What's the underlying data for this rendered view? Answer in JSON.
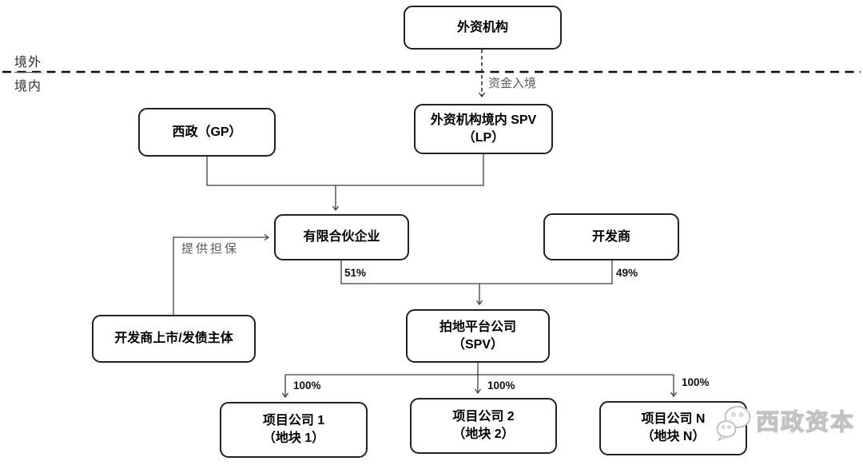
{
  "diagram": {
    "region_labels": {
      "offshore": "境外",
      "onshore": "境内"
    },
    "nodes": {
      "foreign_institution": {
        "label": "外资机构"
      },
      "xizheng_gp": {
        "label": "西政（GP）"
      },
      "foreign_spv_lp": {
        "line1": "外资机构境内 SPV",
        "line2": "（LP）"
      },
      "limited_partnership": {
        "label": "有限合伙企业"
      },
      "developer": {
        "label": "开发商"
      },
      "land_platform_spv": {
        "line1": "拍地平台公司",
        "line2": "（SPV）"
      },
      "developer_listed_entity": {
        "label": "开发商上市/发债主体"
      },
      "project_company_1": {
        "line1": "项目公司 1",
        "line2": "（地块 1）"
      },
      "project_company_2": {
        "line1": "项目公司 2",
        "line2": "（地块 2）"
      },
      "project_company_n": {
        "line1": "项目公司 N",
        "line2": "（地块 N）"
      }
    },
    "edge_labels": {
      "capital_inbound": "资金入境",
      "guarantee": "提供担保",
      "lp_stake": "51%",
      "developer_stake": "49%",
      "project1_stake": "100%",
      "project2_stake": "100%",
      "projectn_stake": "100%"
    },
    "watermark": {
      "text": "西政资本",
      "icon": "wechat-icon"
    },
    "colors": {
      "line": "#3f3f3f",
      "box_border": "#212121",
      "divider": "#0a0a0a",
      "muted_label": "#5a5a5a",
      "watermark": "#c2c2c2"
    }
  }
}
